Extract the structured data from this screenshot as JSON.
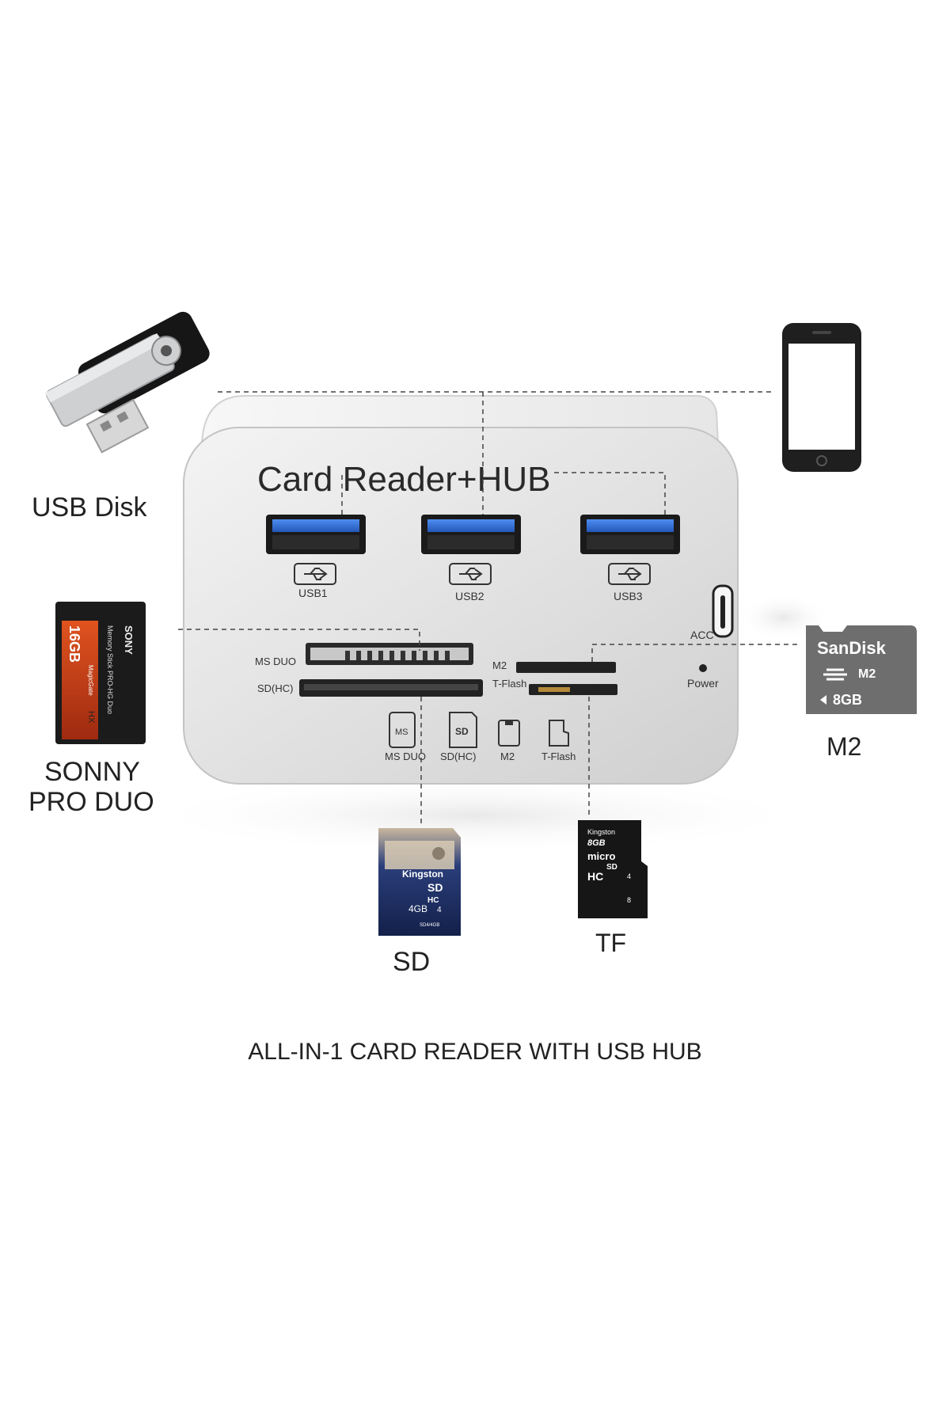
{
  "device": {
    "title": "Card Reader+HUB",
    "ports": [
      "USB1",
      "USB2",
      "USB3"
    ],
    "slot_labels": {
      "ms_duo": "MS DUO",
      "sd_hc": "SD(HC)",
      "m2": "M2",
      "t_flash": "T-Flash"
    },
    "bottom_icons": [
      "MS DUO",
      "SD(HC)",
      "M2",
      "T-Flash"
    ],
    "icon_glyph_ms": "MS",
    "icon_glyph_sd": "SD",
    "acc_label": "ACC",
    "power_label": "Power"
  },
  "peripherals": {
    "usb_disk": "USB Disk",
    "sony_line1": "SONNY",
    "sony_line2": "PRO DUO",
    "m2": "M2",
    "sd": "SD",
    "tf": "TF"
  },
  "card_print": {
    "sony_brand": "SONY",
    "sony_capacity": "16GB",
    "sony_product": "Memory Stick PRO-HG Duo",
    "sony_magicgate": "MagicGate",
    "sony_hx": "HX",
    "sandisk_brand": "SanDisk",
    "sandisk_type": "M2",
    "sandisk_capacity": "8GB",
    "sd_brand": "Kingston",
    "sd_logo": "SD",
    "sd_hc": "HC",
    "sd_capacity": "4GB",
    "sd_class": "4",
    "sd_model": "SD4/4GB",
    "tf_brand": "Kingston",
    "tf_capacity": "8GB",
    "tf_micro": "micro",
    "tf_sd": "SD",
    "tf_hc": "HC",
    "tf_class": "4",
    "tf_8": "8"
  },
  "caption": "ALL-IN-1 CARD READER WITH USB HUB",
  "colors": {
    "usb_port_blue": "#2f6fd8",
    "device_silver": "#dcdcdc",
    "sony_red": "#c43a17",
    "sd_navy": "#1d2a5a"
  }
}
